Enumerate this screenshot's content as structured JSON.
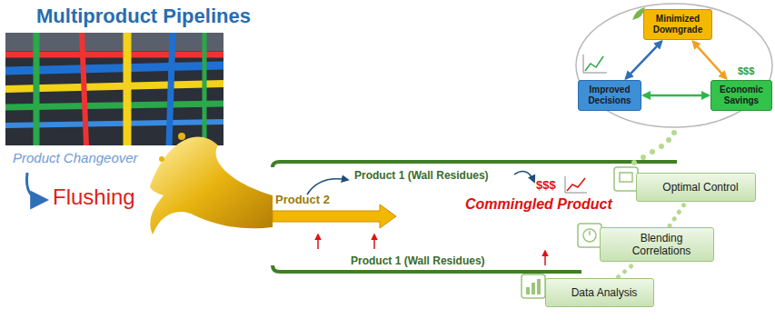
{
  "diagram": {
    "title": "Multiproduct Pipelines",
    "nodes": [
      {
        "text": [
          "Minimized Downgrade"
        ]
      },
      {
        "text": [
          "Improved Decisions"
        ]
      },
      {
        "text": [
          "Economic Savings"
        ]
      },
      {
        "text": [
          "Optimal Control"
        ]
      },
      {
        "text": [
          "Blending Correlations"
        ]
      },
      {
        "text": [
          "Data Analysis"
        ]
      }
    ],
    "edges": [
      {
        "from": 1,
        "to": 0,
        "arrow": "both"
      },
      {
        "from": 0,
        "to": 2,
        "arrow": "both"
      },
      {
        "from": 1,
        "to": 2,
        "arrow": "both"
      },
      {
        "from": 5,
        "to": 4,
        "arrow": "none"
      },
      {
        "from": 4,
        "to": 3,
        "arrow": "none"
      }
    ],
    "labels": [
      "$$$",
      "Product Changeover",
      "Flushing",
      "Product 2",
      "Product 1 (Wall Residues)",
      "Commingled Product",
      "$$$",
      "Product 1 (Wall Residues)"
    ]
  }
}
